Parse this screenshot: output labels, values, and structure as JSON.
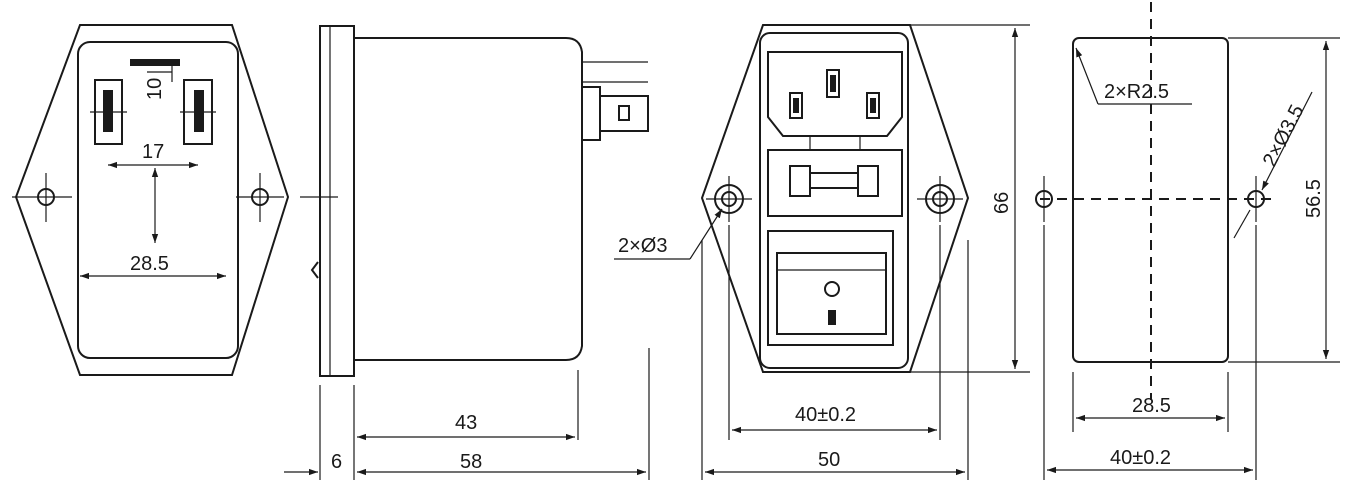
{
  "front_view": {
    "dim_pin_gap": "10",
    "dim_pin_spacing": "17",
    "dim_hole_spacing": "28.5"
  },
  "side_view": {
    "dim_body_depth": "43",
    "dim_flange": "6",
    "dim_total_depth": "58"
  },
  "panel_view": {
    "dim_mount_holes": "2×Ø3",
    "dim_hole_pitch": "40±0.2",
    "dim_width": "50",
    "dim_height": "66"
  },
  "cutout_view": {
    "dim_corner_radius": "2×R2.5",
    "dim_holes": "2×Ø3.5",
    "dim_height": "56.5",
    "dim_width": "28.5",
    "dim_hole_pitch": "40±0.2"
  }
}
